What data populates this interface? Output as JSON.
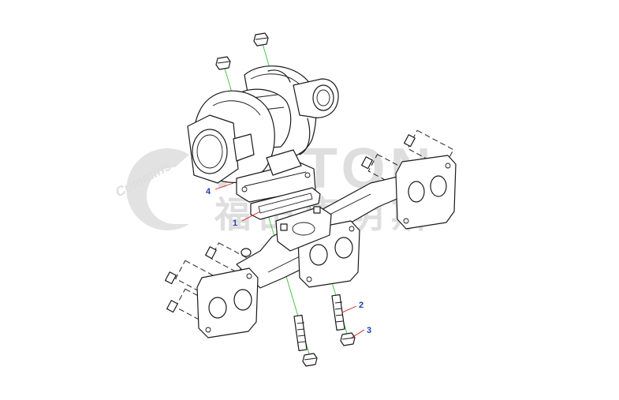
{
  "watermark": {
    "brand_left": "Cummins",
    "brand_right": "FOTON",
    "chinese": "福田康明斯"
  },
  "callouts": [
    {
      "id": "1",
      "label": "1"
    },
    {
      "id": "2",
      "label": "2"
    },
    {
      "id": "3",
      "label": "3"
    },
    {
      "id": "4",
      "label": "4"
    }
  ],
  "colors": {
    "callout_text": "#1d3fae",
    "leader_line": "#d01818",
    "assembly_axis": "#35c235",
    "watermark": "#dedede"
  }
}
